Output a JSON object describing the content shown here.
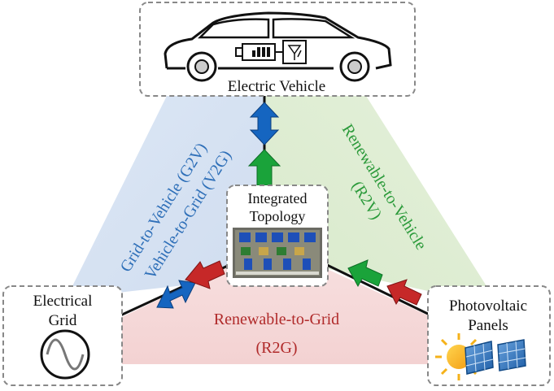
{
  "nodes": {
    "ev": {
      "label": "Electric Vehicle"
    },
    "grid": {
      "label_line1": "Electrical",
      "label_line2": "Grid"
    },
    "pv": {
      "label_line1": "Photovoltaic",
      "label_line2": "Panels"
    },
    "topology": {
      "label_line1": "Integrated",
      "label_line2": "Topology"
    }
  },
  "flows": {
    "g2v": {
      "label": "Grid-to-Vehicle (G2V)"
    },
    "v2g": {
      "label": "Vehicle-to-Grid (V2G)"
    },
    "r2v": {
      "label_line1": "Renewable-to-Vehicle",
      "label_line2": "(R2V)"
    },
    "r2g": {
      "label_line1": "Renewable-to-Grid",
      "label_line2": "(R2G)"
    }
  },
  "colors": {
    "blue_region": "#dbe6f4",
    "green_region": "#e6f1dc",
    "red_region": "#f6dcdc",
    "blue_arrow": "#1565c0",
    "green_arrow": "#1aa33a",
    "red_arrow": "#c62828",
    "blue_text": "#2e6fb8",
    "green_text": "#2b9a3a",
    "red_text": "#b02a2a"
  },
  "icons": [
    "car-icon",
    "battery-icon",
    "inverter-icon",
    "sine-wave-icon",
    "sun-icon",
    "solar-panel-icon"
  ]
}
